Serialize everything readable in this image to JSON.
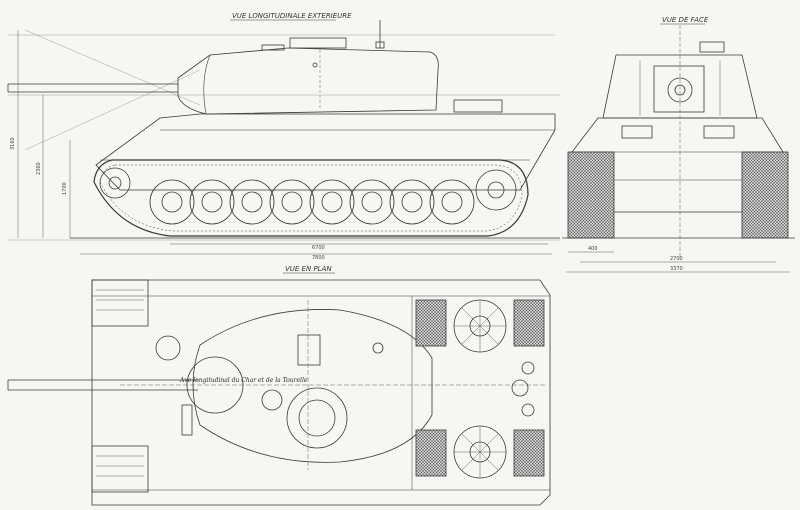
{
  "views": {
    "side_title": "VUE LONGITUDINALE EXTERIEURE",
    "front_title": "VUE DE FACE",
    "plan_title": "VUE EN PLAN",
    "plan_axis_note": "Axe longitudinal du Char et de la Tourelle"
  },
  "dimensions": {
    "side_bottom_1": "6700",
    "side_bottom_2": "7800",
    "side_height_total": "3160",
    "side_height_2": "2360",
    "side_height_3": "1700",
    "front_track": "400",
    "front_width_1": "2700",
    "front_width_2": "3370"
  },
  "colors": {
    "paper": "#f6f6f2",
    "ink": "#3a3a3a"
  }
}
